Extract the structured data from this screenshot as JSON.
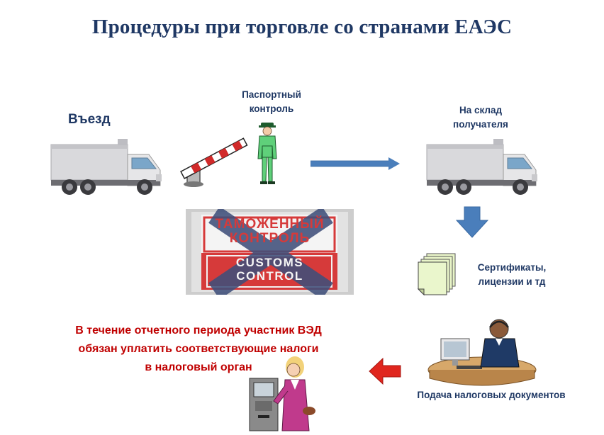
{
  "title": "Процедуры  при  торговле со странами ЕАЭС",
  "labels": {
    "entry": "Въезд",
    "passport_line1": "Паспортный",
    "passport_line2": "контроль",
    "warehouse_line1": "На склад",
    "warehouse_line2": "получателя",
    "certificates_line1": "Сертификаты,",
    "certificates_line2": "лицензии и тд",
    "tax_docs": "Подача налоговых документов"
  },
  "notice": {
    "line1": "В течение отчетного периода участник ВЭД",
    "line2": "обязан уплатить соответствующие налоги",
    "line3": "в налоговый орган"
  },
  "sign": {
    "line1": "ТАМОЖЕННЫЙ",
    "line2": "КОНТРОЛЬ",
    "line3": "CUSTOMS",
    "line4": "CONTROL"
  },
  "colors": {
    "title": "#1f3864",
    "notice": "#c00000",
    "arrow_blue": "#4a7ebb",
    "arrow_red": "#e0261e",
    "cross": "#3f4f7a"
  }
}
